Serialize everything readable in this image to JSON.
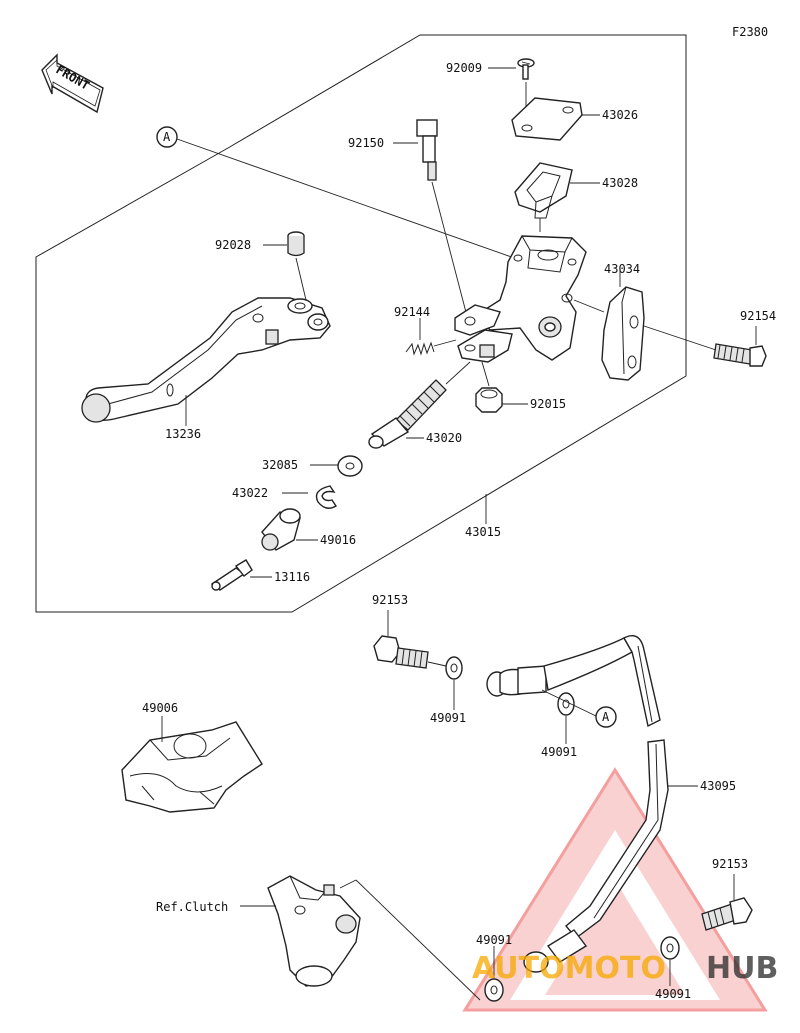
{
  "figure_id": "F2380",
  "front_label": "FRONT",
  "ref_marker": "A",
  "parts": {
    "p92009": "92009",
    "p43026": "43026",
    "p43028": "43028",
    "p92150": "92150",
    "p92028": "92028",
    "p43034": "43034",
    "p92154": "92154",
    "p92144": "92144",
    "p92015": "92015",
    "p13236": "13236",
    "p43020": "43020",
    "p32085": "32085",
    "p43022": "43022",
    "p49016": "49016",
    "p43015": "43015",
    "p13116": "13116",
    "p92153_top": "92153",
    "p49091_a": "49091",
    "p49091_b": "49091",
    "p49006": "49006",
    "p43095": "43095",
    "p92153_bottom": "92153",
    "ref_clutch": "Ref.Clutch",
    "p49091_c": "49091",
    "p49091_d": "49091"
  },
  "watermark": {
    "part1": "AUTOMOTO",
    "part2": "HUB",
    "color_primary": "#f7a800",
    "color_secondary": "#2a2a2a",
    "triangle_color": "#e8292b"
  }
}
